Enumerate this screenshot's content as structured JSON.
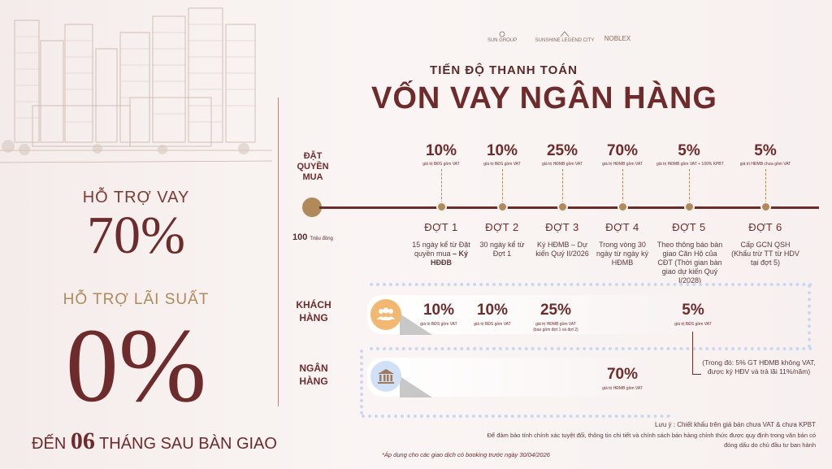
{
  "left": {
    "heading1": "HỖ TRỢ VAY",
    "big1": "70%",
    "heading2": "HỖ TRỢ LÃI SUẤT",
    "big2": "0%",
    "footer_pre": "ĐẾN",
    "footer_num": "06",
    "footer_post": "THÁNG SAU BÀN GIAO"
  },
  "logos": [
    "SUN GROUP",
    "SUNSHINE LEGEND CITY",
    "NOBLEX"
  ],
  "header": {
    "subtitle": "TIẾN ĐỘ THANH TOÁN",
    "title": "VỐN VAY NGÂN HÀNG"
  },
  "timeline": {
    "start_label": "ĐẶT QUYỀN MUA",
    "start_amount": "100",
    "start_unit": "Triệu đồng",
    "phases": [
      {
        "pct": "10%",
        "note": "giá trị BĐS gồm VAT",
        "name": "ĐỢT 1",
        "desc": "15 ngày kể từ Đặt quyền mua",
        "desc_bold": "– Ký HĐĐB"
      },
      {
        "pct": "10%",
        "note": "giá trị BĐS gồm VAT",
        "name": "ĐỢT 2",
        "desc": "30 ngày kể từ Đợt 1",
        "desc_bold": ""
      },
      {
        "pct": "25%",
        "note": "giá trị HĐMB gồm VAT",
        "name": "ĐỢT 3",
        "desc": "",
        "desc_bold": "Ký HĐMB – Dự kiến Quý II/2026"
      },
      {
        "pct": "70%",
        "note": "giá trị HĐMB gồm VAT",
        "name": "ĐỢT 4",
        "desc": "Trong vòng 30 ngày từ ngày ký HĐMB",
        "desc_bold": ""
      },
      {
        "pct": "5%",
        "note": "giá trị HĐMB gồm VAT + 100% KPBT",
        "name": "ĐỢT 5",
        "desc": "Theo thông báo bàn giao Căn Hộ của CĐT (Thời gian bàn giao dự kiến Quý I/2028)",
        "desc_bold": ""
      },
      {
        "pct": "5%",
        "note": "giá trị HĐMB chưa gồm VAT",
        "name": "ĐỢT 6",
        "desc": "Cấp GCN QSH (Khấu trừ TT từ HDV tại đợt 5)",
        "desc_bold": ""
      }
    ]
  },
  "khach_hang": {
    "label": "KHÁCH HÀNG",
    "items": [
      {
        "pct": "10%",
        "note": "giá trị BĐS gồm VAT"
      },
      {
        "pct": "10%",
        "note": "giá trị BĐS gồm VAT"
      },
      {
        "pct": "25%",
        "note": "giá trị HĐMB gồm VAT",
        "note2": "(bao gồm đợt 1 và đợt 2)"
      },
      {
        "pct": "5%",
        "note": "giá trị BĐS gồm VAT"
      }
    ],
    "remark": "(Trong đó: 5% GT HĐMB không VAT, được ký HĐV và trả lãi 11%/năm)"
  },
  "ngan_hang": {
    "label": "NGÂN HÀNG",
    "pct": "70%",
    "note": "giá trị HĐMB gồm VAT"
  },
  "footer": {
    "line1": "Lưu ý : Chiết khấu trên giá bán chưa VAT & chưa KPBT",
    "line2": "Để đảm bảo tính chính xác tuyệt đối, thông tin chi tiết và chính sách bán hàng chính thức được quy định trong văn bản có",
    "line3": "đóng dấu do chủ đầu tư ban hành",
    "note": "*Áp dụng cho các giao dịch có booking trước ngày 30/04/2026"
  }
}
